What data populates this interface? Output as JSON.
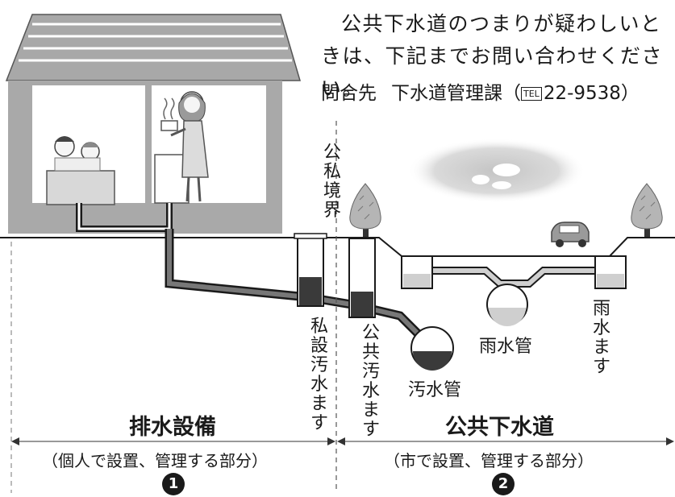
{
  "notice": {
    "text": "公共下水道のつまりが疑わしいときは、下記までお問い合わせください。",
    "contact_label": "問合先",
    "contact_dept": "下水道管理課",
    "tel_badge": "TEL",
    "tel_number": "22-9538"
  },
  "labels": {
    "boundary": "公私境界",
    "private_basin": "私設汚水ます",
    "public_basin": "公共汚水ます",
    "sewage_pipe": "汚水管",
    "rain_pipe": "雨水管",
    "rain_basin": "雨水ます"
  },
  "sections": {
    "private": {
      "title": "排水設備",
      "subtitle": "（個人で設置、管理する部分）",
      "number": "1"
    },
    "public": {
      "title": "公共下水道",
      "subtitle": "（市で設置、管理する部分）",
      "number": "2"
    }
  },
  "colors": {
    "ink": "#1a1a1a",
    "sewage_fill": "#3a3a3a",
    "rain_fill": "#cfcfcf",
    "house_roof": "#9c9c9c",
    "cloud": "#d6d6d6"
  }
}
